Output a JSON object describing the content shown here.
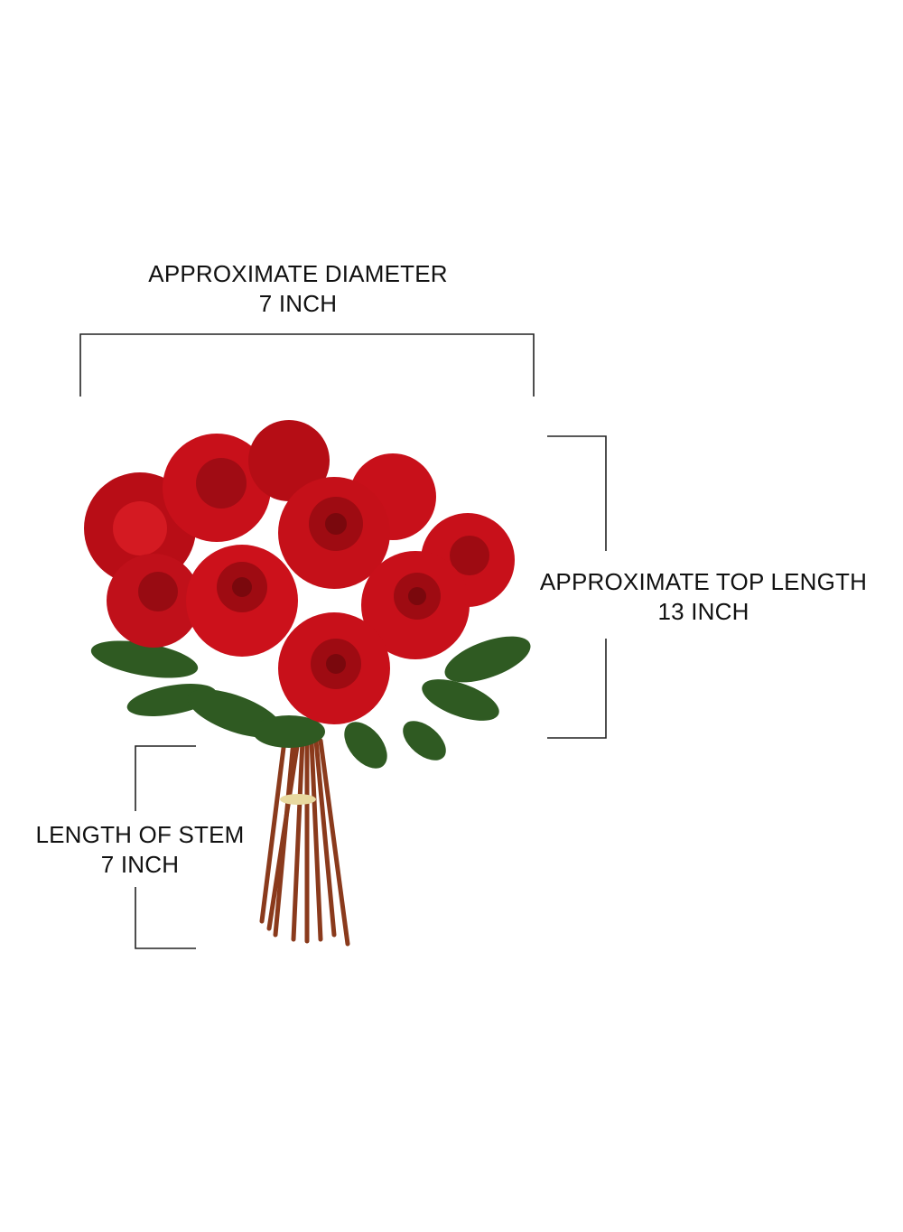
{
  "diameter": {
    "label": "APPROXIMATE DIAMETER",
    "value": "7 INCH"
  },
  "top_length": {
    "label": "APPROXIMATE TOP LENGTH",
    "value": "13 INCH"
  },
  "stem_length": {
    "label": "LENGTH OF STEM",
    "value": "7 INCH"
  },
  "colors": {
    "rose": "#c8101a",
    "rose_dark": "#8e0a10",
    "leaf": "#2f5a22",
    "stem": "#8a3a1c",
    "line": "#222222"
  }
}
